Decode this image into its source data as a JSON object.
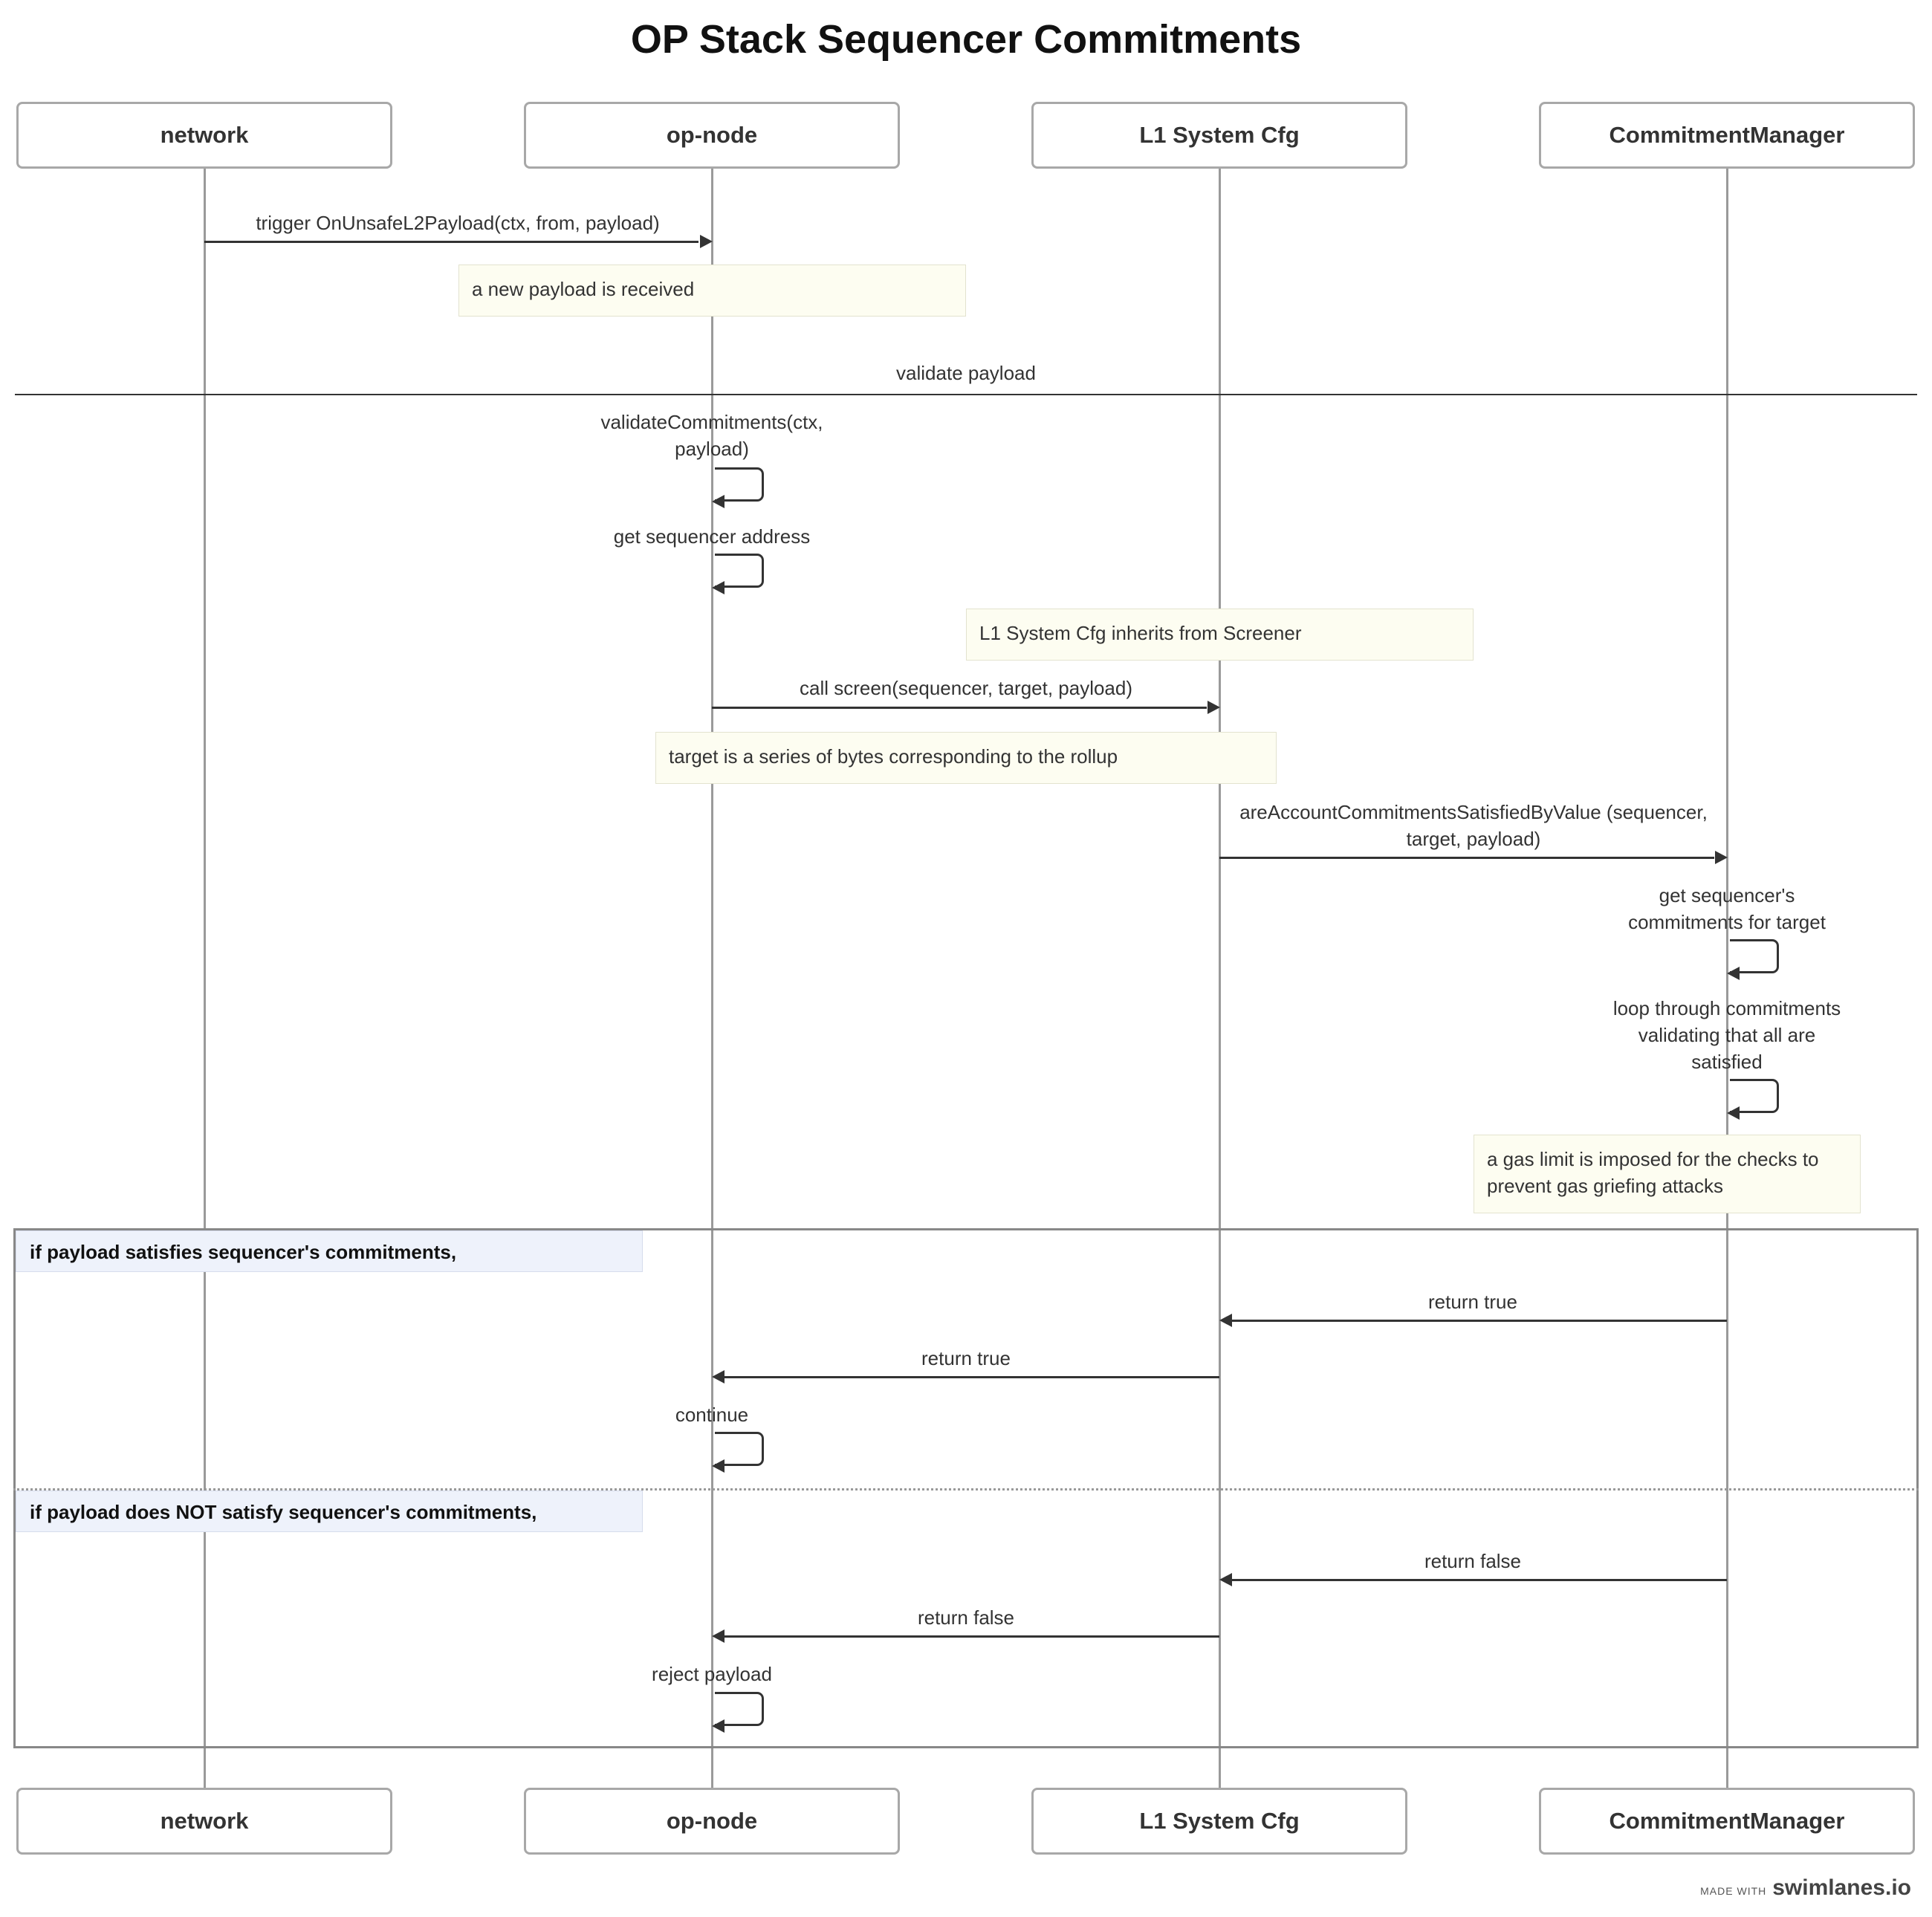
{
  "title": "OP Stack Sequencer Commitments",
  "actors": [
    "network",
    "op-node",
    "L1 System Cfg",
    "CommitmentManager"
  ],
  "messages": {
    "m1": "trigger OnUnsafeL2Payload(ctx, from, payload)",
    "n1": "a new payload is received",
    "divider": "validate payload",
    "s1": "validateCommitments(ctx,\npayload)",
    "s2": "get sequencer address",
    "n2": "L1 System Cfg inherits from Screener",
    "m2": "call screen(sequencer, target, payload)",
    "n3": "target is a series of bytes corresponding to the rollup",
    "m3": "areAccountCommitmentsSatisfiedByValue (sequencer,\ntarget, payload)",
    "s3": "get sequencer's\ncommitments for target",
    "s4": "loop through commitments\nvalidating that all are\nsatisfied",
    "n4": "a gas limit is imposed for the checks to\nprevent gas griefing attacks"
  },
  "alt": {
    "cond1": "if payload satisfies sequencer's commitments,",
    "r1": "return true",
    "r2": "return true",
    "s5": "continue",
    "cond2": "if payload does NOT satisfy sequencer's commitments,",
    "r3": "return false",
    "r4": "return false",
    "s6": "reject payload"
  },
  "brand": {
    "small": "MADE WITH",
    "big": "swimlanes.io"
  }
}
